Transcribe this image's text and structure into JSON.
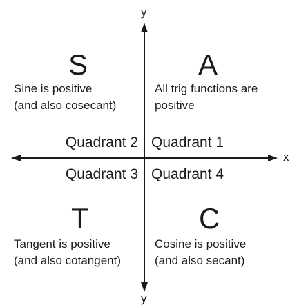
{
  "axes": {
    "x_label": "x",
    "y_label_top": "y",
    "y_label_bottom": "y"
  },
  "quadrants": {
    "q1": {
      "letter": "A",
      "line1": "All trig functions are",
      "line2": "positive",
      "label": "Quadrant 1"
    },
    "q2": {
      "letter": "S",
      "line1": "Sine is positive",
      "line2": "(and also cosecant)",
      "label": "Quadrant 2"
    },
    "q3": {
      "letter": "T",
      "line1": "Tangent is positive",
      "line2": "(and also cotangent)",
      "label": "Quadrant 3"
    },
    "q4": {
      "letter": "C",
      "line1": "Cosine is positive",
      "line2": "(and also secant)",
      "label": "Quadrant 4"
    }
  },
  "colors": {
    "ink": "#1a1a1a",
    "background": "#ffffff"
  }
}
